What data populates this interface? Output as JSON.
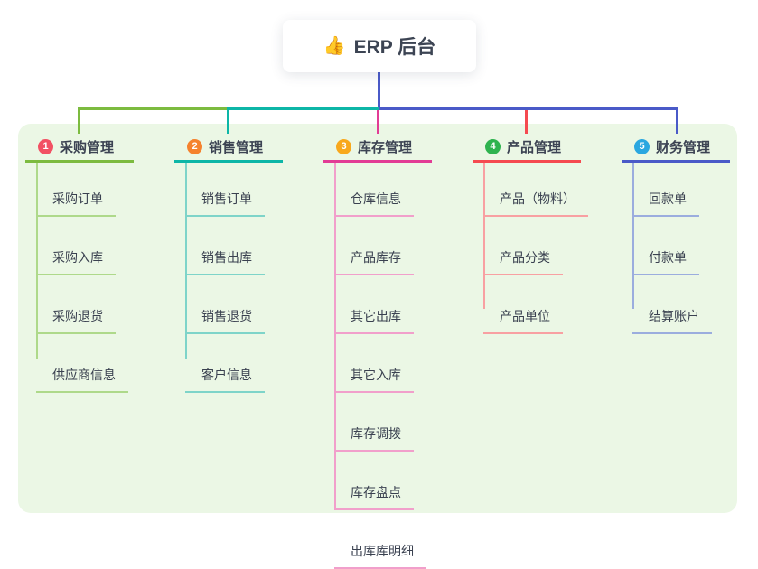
{
  "root": {
    "icon": "👍",
    "label": "ERP 后台"
  },
  "canvas": {
    "background": "#ebf7e5"
  },
  "connector": {
    "root_line_color": "#4a5ac8"
  },
  "branches": [
    {
      "num": "1",
      "label": "采购管理",
      "badge_color": "#f25163",
      "line_color": "#7cbb3f",
      "child_line_color": "#aed98a",
      "children": [
        "采购订单",
        "采购入库",
        "采购退货",
        "供应商信息"
      ]
    },
    {
      "num": "2",
      "label": "销售管理",
      "badge_color": "#f5822d",
      "line_color": "#0db6a7",
      "child_line_color": "#7ed4c9",
      "children": [
        "销售订单",
        "销售出库",
        "销售退货",
        "客户信息"
      ]
    },
    {
      "num": "3",
      "label": "库存管理",
      "badge_color": "#f8a81c",
      "line_color": "#e23c95",
      "child_line_color": "#f19fcb",
      "children": [
        "仓库信息",
        "产品库存",
        "其它出库",
        "其它入库",
        "库存调拨",
        "库存盘点",
        "出库库明细"
      ]
    },
    {
      "num": "4",
      "label": "产品管理",
      "badge_color": "#2fb34f",
      "line_color": "#f54a50",
      "child_line_color": "#f8a0a2",
      "children": [
        "产品（物料）",
        "产品分类",
        "产品单位"
      ]
    },
    {
      "num": "5",
      "label": "财务管理",
      "badge_color": "#2aa7e0",
      "line_color": "#4a5ac8",
      "child_line_color": "#9badde",
      "children": [
        "回款单",
        "付款单",
        "结算账户"
      ]
    }
  ]
}
